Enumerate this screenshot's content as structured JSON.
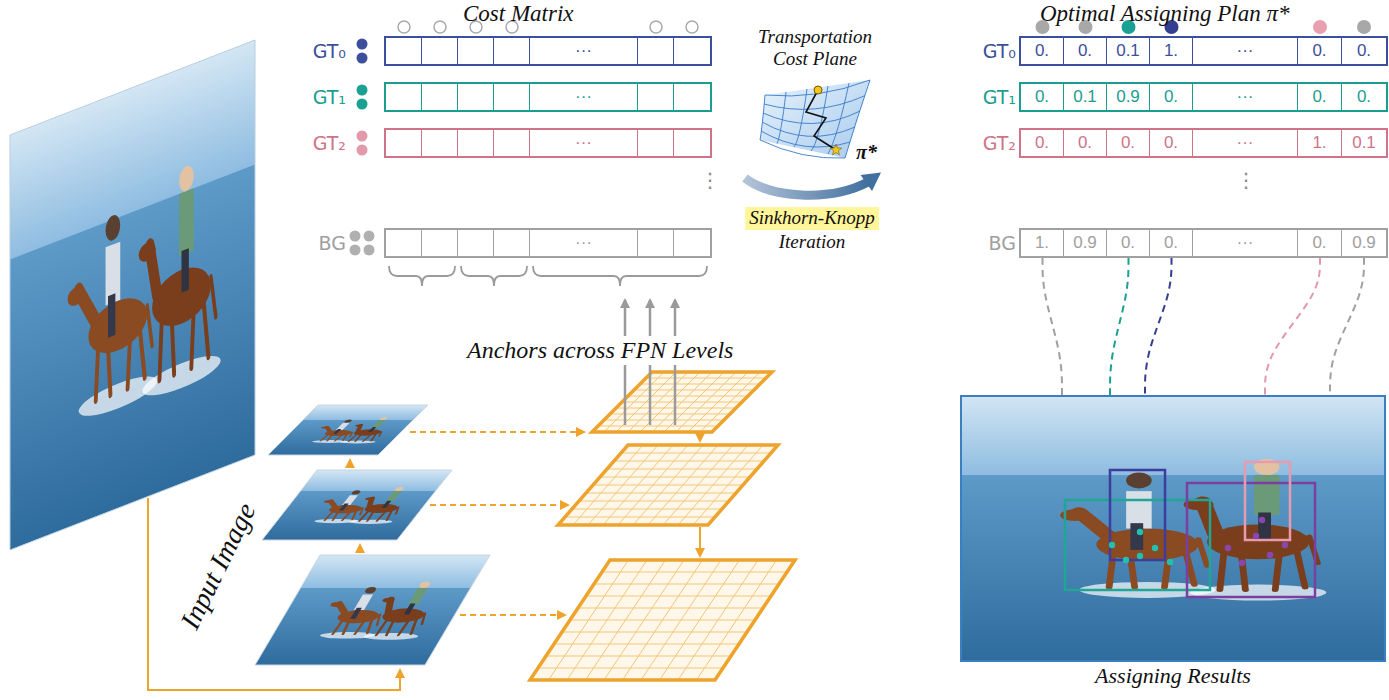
{
  "diagram": {
    "nodes": [
      {
        "text": [
          "GT₀",
          "···"
        ]
      },
      {
        "text": [
          "GT₁",
          "···"
        ]
      },
      {
        "text": [
          "GT₂",
          "···"
        ]
      },
      {
        "text": [
          "BG",
          "···"
        ]
      },
      {
        "text": [
          "GT₀",
          "0.",
          "0.",
          "0.1",
          "1.",
          "···",
          "0.",
          "0."
        ]
      },
      {
        "text": [
          "GT₁",
          "0.",
          "0.1",
          "0.9",
          "0.",
          "···",
          "0.",
          "0."
        ]
      },
      {
        "text": [
          "GT₂",
          "0.",
          "0.",
          "0.",
          "0.",
          "···",
          "1.",
          "0.1"
        ]
      },
      {
        "text": [
          "BG",
          "1.",
          "0.9",
          "0.",
          "0.",
          "···",
          "0.",
          "0.9"
        ]
      },
      {
        "text": [
          "Assigning Results"
        ]
      }
    ],
    "edges": [
      {
        "from": 7,
        "to": 8,
        "arrow": "none"
      },
      {
        "from": 7,
        "to": 8,
        "arrow": "none"
      },
      {
        "from": 7,
        "to": 8,
        "arrow": "none"
      },
      {
        "from": 7,
        "to": 8,
        "arrow": "none"
      },
      {
        "from": 7,
        "to": 8,
        "arrow": "none"
      }
    ],
    "labels": [
      "Cost Matrix",
      "⋮",
      "Anchors across FPN Levels",
      "Input Image",
      "Transportation Cost Plane",
      "π*",
      "Sinkhorn-Knopp",
      "Iteration",
      "Optimal Assigning Plan π*",
      "⋮"
    ]
  }
}
